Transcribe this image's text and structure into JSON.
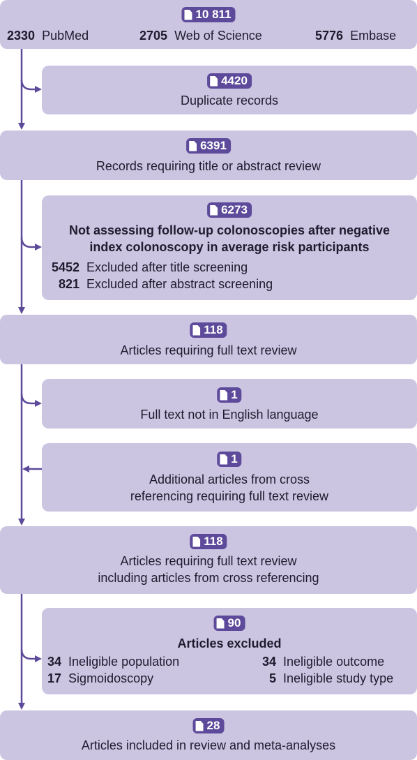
{
  "colors": {
    "box": "#cbc5e2",
    "pill": "#5d4a9a",
    "line": "#5d4a9a"
  },
  "icons": {
    "count_icon": "document-icon"
  },
  "identification": {
    "count": "10 811",
    "sources": [
      {
        "count": "2330",
        "name": "PubMed"
      },
      {
        "count": "2705",
        "name": "Web of Science"
      },
      {
        "count": "5776",
        "name": "Embase"
      }
    ]
  },
  "duplicates": {
    "count": "4420",
    "label": "Duplicate records"
  },
  "screening": {
    "count": "6391",
    "label": "Records requiring title or abstract review"
  },
  "screen_excluded": {
    "count": "6273",
    "heading_line1": "Not assessing follow-up colonoscopies after negative",
    "heading_line2": "index colonoscopy in average risk participants",
    "items": [
      {
        "count": "5452",
        "label": "Excluded after title screening"
      },
      {
        "count": "821",
        "label": "Excluded after abstract screening"
      }
    ]
  },
  "full_text": {
    "count": "118",
    "label": "Articles requiring full text review"
  },
  "not_english": {
    "count": "1",
    "label": "Full text not in English language"
  },
  "cross_ref": {
    "count": "1",
    "line1": "Additional articles from cross",
    "line2": "referencing requiring full text review"
  },
  "full_text_total": {
    "count": "118",
    "line1": "Articles requiring full text review",
    "line2": "including articles from cross referencing"
  },
  "excluded": {
    "count": "90",
    "heading": "Articles excluded",
    "items": [
      {
        "count": "34",
        "label": "Ineligible population"
      },
      {
        "count": "34",
        "label": "Ineligible outcome"
      },
      {
        "count": "17",
        "label": "Sigmoidoscopy"
      },
      {
        "count": "5",
        "label": "Ineligible study type"
      }
    ]
  },
  "included": {
    "count": "28",
    "label": "Articles included in review and meta-analyses"
  }
}
